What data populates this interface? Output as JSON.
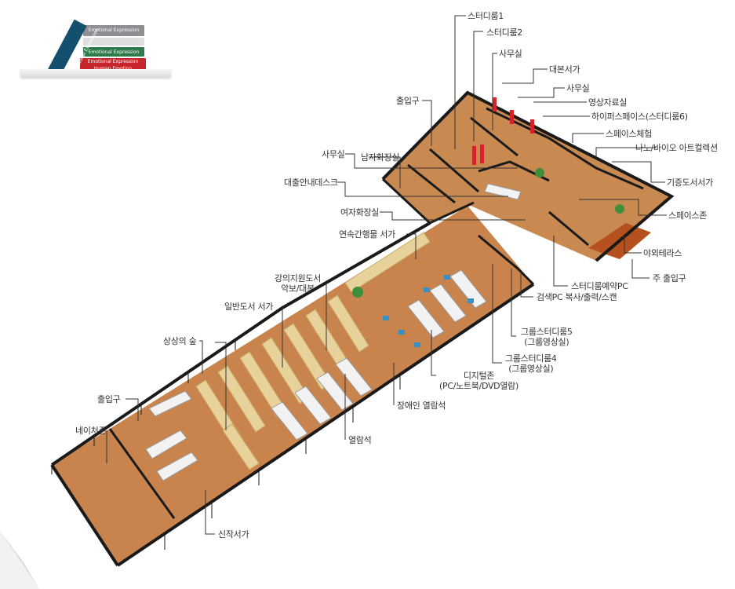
{
  "header": {
    "book_spines": [
      "Emotional Expression",
      "Emotional Expression",
      "Emotional Expression",
      "Emotional Expression"
    ],
    "book_subtitle": "Human Emotion Background"
  },
  "labels": {
    "study1": "스터디룸1",
    "study2": "스터디룸2",
    "office_top": "사무실",
    "book_stack_big": "대본서가",
    "office_2": "사무실",
    "video_room": "영상자료실",
    "hyper_space": "하이퍼스페이스(스터디룸6)",
    "space_experience": "스페이스체험",
    "nano_bio": "나노/바이오 아트컬렉션",
    "donated_shelf": "기증도서서가",
    "space_zone": "스페이스존",
    "entrance_top": "출입구",
    "men_restroom": "남자화장실",
    "office_left": "사무실",
    "loan_desk": "대출안내데스크",
    "women_restroom": "여자화장실",
    "serial_shelf": "연속간행물 서가",
    "lecture_books_1": "강의지원도서",
    "lecture_books_2": "악보/대본",
    "general_shelf": "일반도서 서가",
    "imagination_forest": "상상의 숲",
    "entrance_bottom": "출입구",
    "naver_zone": "네이처존",
    "new_books": "신작서가",
    "reading_seats": "열람석",
    "disabled_seats": "장애인 열람석",
    "digital_zone_1": "디지털존",
    "digital_zone_2": "(PC/노트북/DVD열람)",
    "group_study4_1": "그룹스터디룸4",
    "group_study4_2": "(그룹영상실)",
    "group_study5_1": "그룹스터디룸5",
    "group_study5_2": "(그룹영상실)",
    "search_pc": "검색PC 복사/출력/스캔",
    "study_reservation": "스터디룸예약PC",
    "main_entrance": "주 출입구",
    "outdoor_terrace": "야외테라스"
  },
  "colors": {
    "floor": "#c8844c",
    "floor_dark": "#a5673a",
    "wall_top": "#1a1a1a",
    "wall_face": "#e6e6e6",
    "shelf": "#e8d29c",
    "shelf_side": "#c9a862",
    "desk": "#f2f2f2",
    "accent_red": "#d3242b",
    "accent_blue": "#3b8fc4",
    "terrace": "#b5511e",
    "leader": "#333333"
  }
}
